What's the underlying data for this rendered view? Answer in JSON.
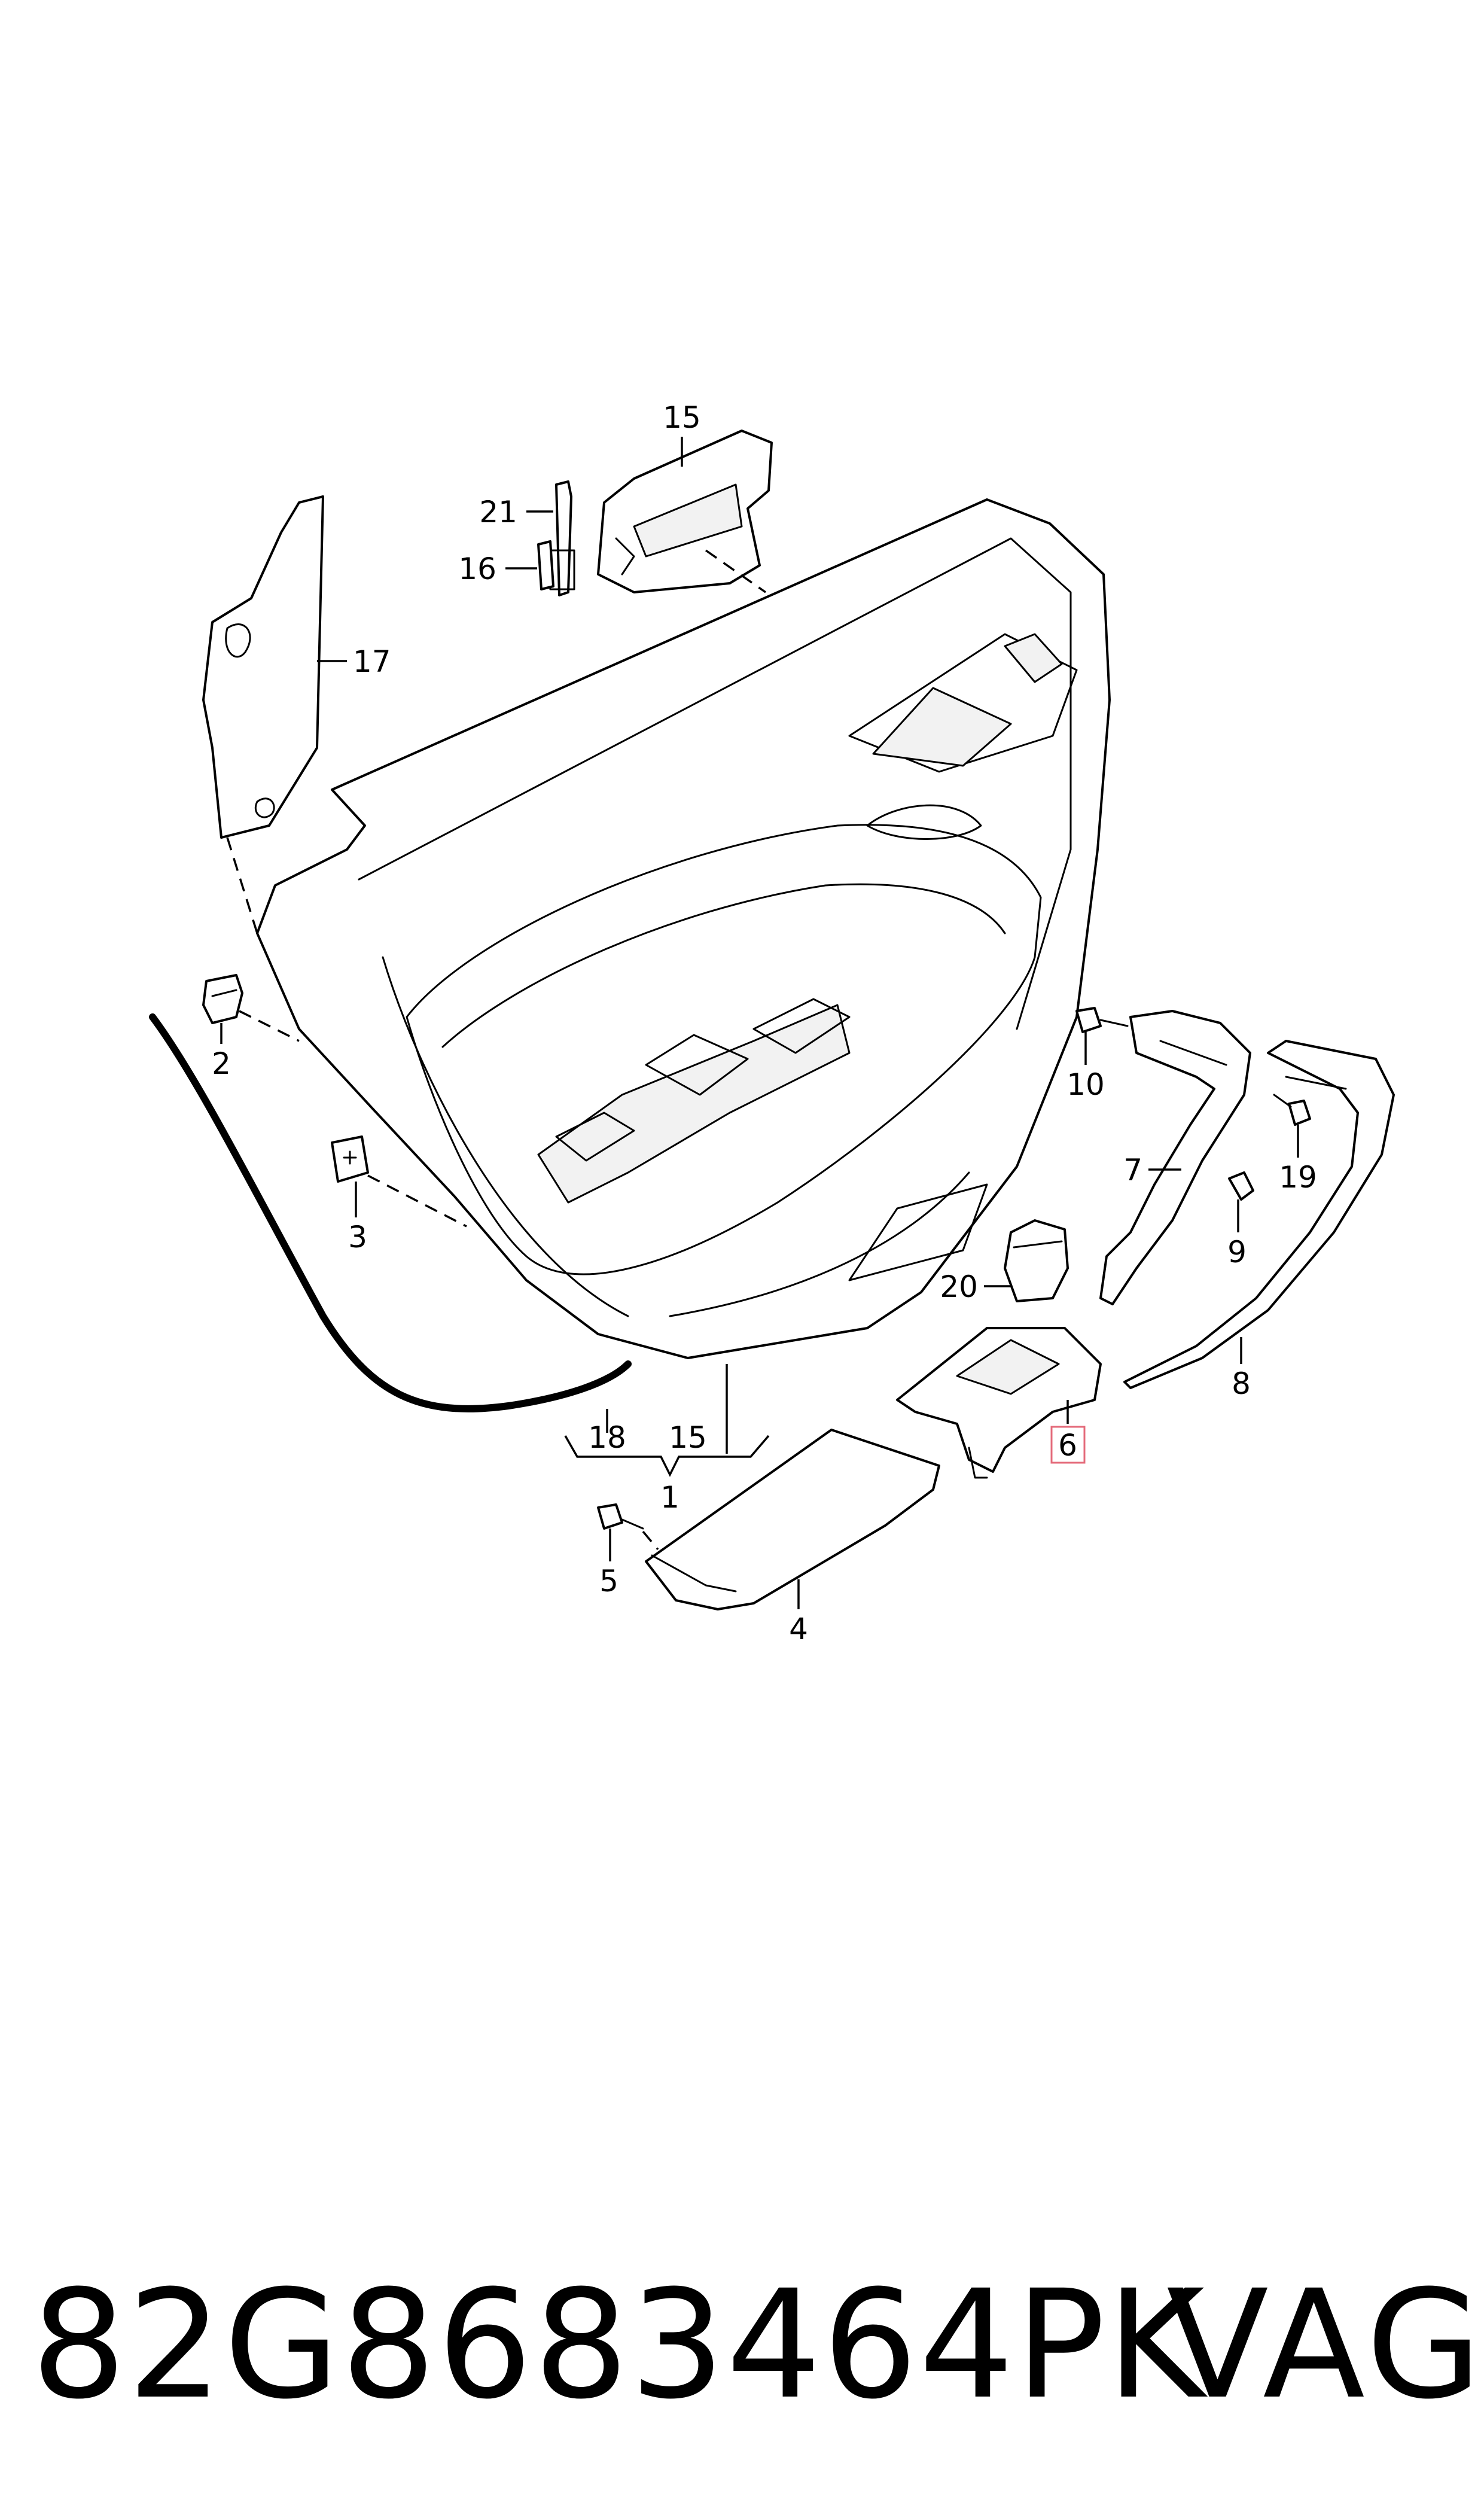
{
  "callouts": {
    "c1": "1",
    "c2": "2",
    "c3": "3",
    "c4": "4",
    "c5": "5",
    "c6": "6",
    "c7": "7",
    "c8": "8",
    "c9": "9",
    "c10": "10",
    "c15_top": "15",
    "c15_bottom": "15",
    "c16": "16",
    "c17": "17",
    "c18": "18",
    "c19": "19",
    "c20": "20",
    "c21": "21"
  },
  "highlighted_callout": "6",
  "highlight_color": "#e46a7a",
  "footer": {
    "part_number": "82G8683464PK",
    "brand": "VAG"
  }
}
